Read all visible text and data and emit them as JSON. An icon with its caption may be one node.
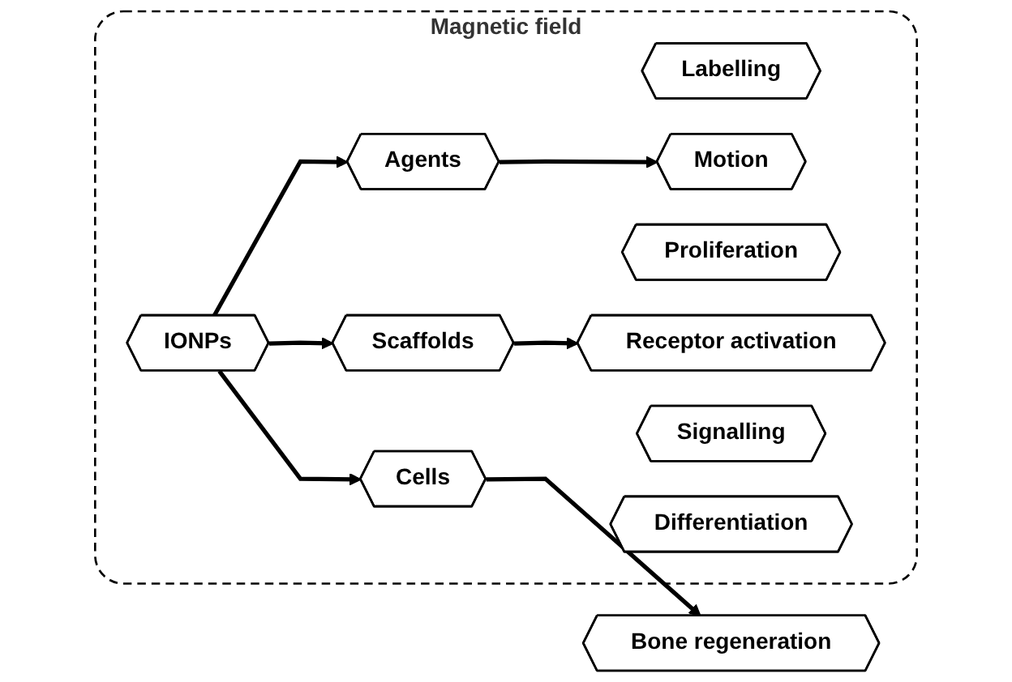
{
  "diagram": {
    "nodes": [
      {
        "text": [
          "Magnetic field"
        ]
      },
      {
        "text": [
          "Agents"
        ],
        "in": 0
      },
      {
        "text": [
          "IONPs"
        ],
        "in": 0
      },
      {
        "text": [
          "Scaffolds"
        ],
        "in": 0
      },
      {
        "text": [
          "Labelling"
        ],
        "in": 0
      },
      {
        "text": [
          "Motion"
        ],
        "in": 0
      },
      {
        "text": [
          "Cells"
        ],
        "in": 0
      },
      {
        "text": [
          "Proliferation"
        ],
        "in": 0
      },
      {
        "text": [
          "Receptor activation"
        ],
        "in": 0
      },
      {
        "text": [
          "Signalling"
        ],
        "in": 0
      },
      {
        "text": [
          "Differentiation"
        ],
        "in": 0
      },
      {
        "text": [
          "Bone regeneration"
        ]
      }
    ],
    "edges": [
      {
        "from": 2,
        "to": 1,
        "arrow": "to"
      },
      {
        "from": 2,
        "to": 3,
        "arrow": "to"
      },
      {
        "from": 1,
        "to": 5,
        "arrow": "to"
      },
      {
        "from": 2,
        "to": 6,
        "arrow": "to"
      },
      {
        "from": 3,
        "to": 8,
        "arrow": "to"
      },
      {
        "from": 6,
        "to": 11,
        "arrow": "to"
      }
    ]
  }
}
